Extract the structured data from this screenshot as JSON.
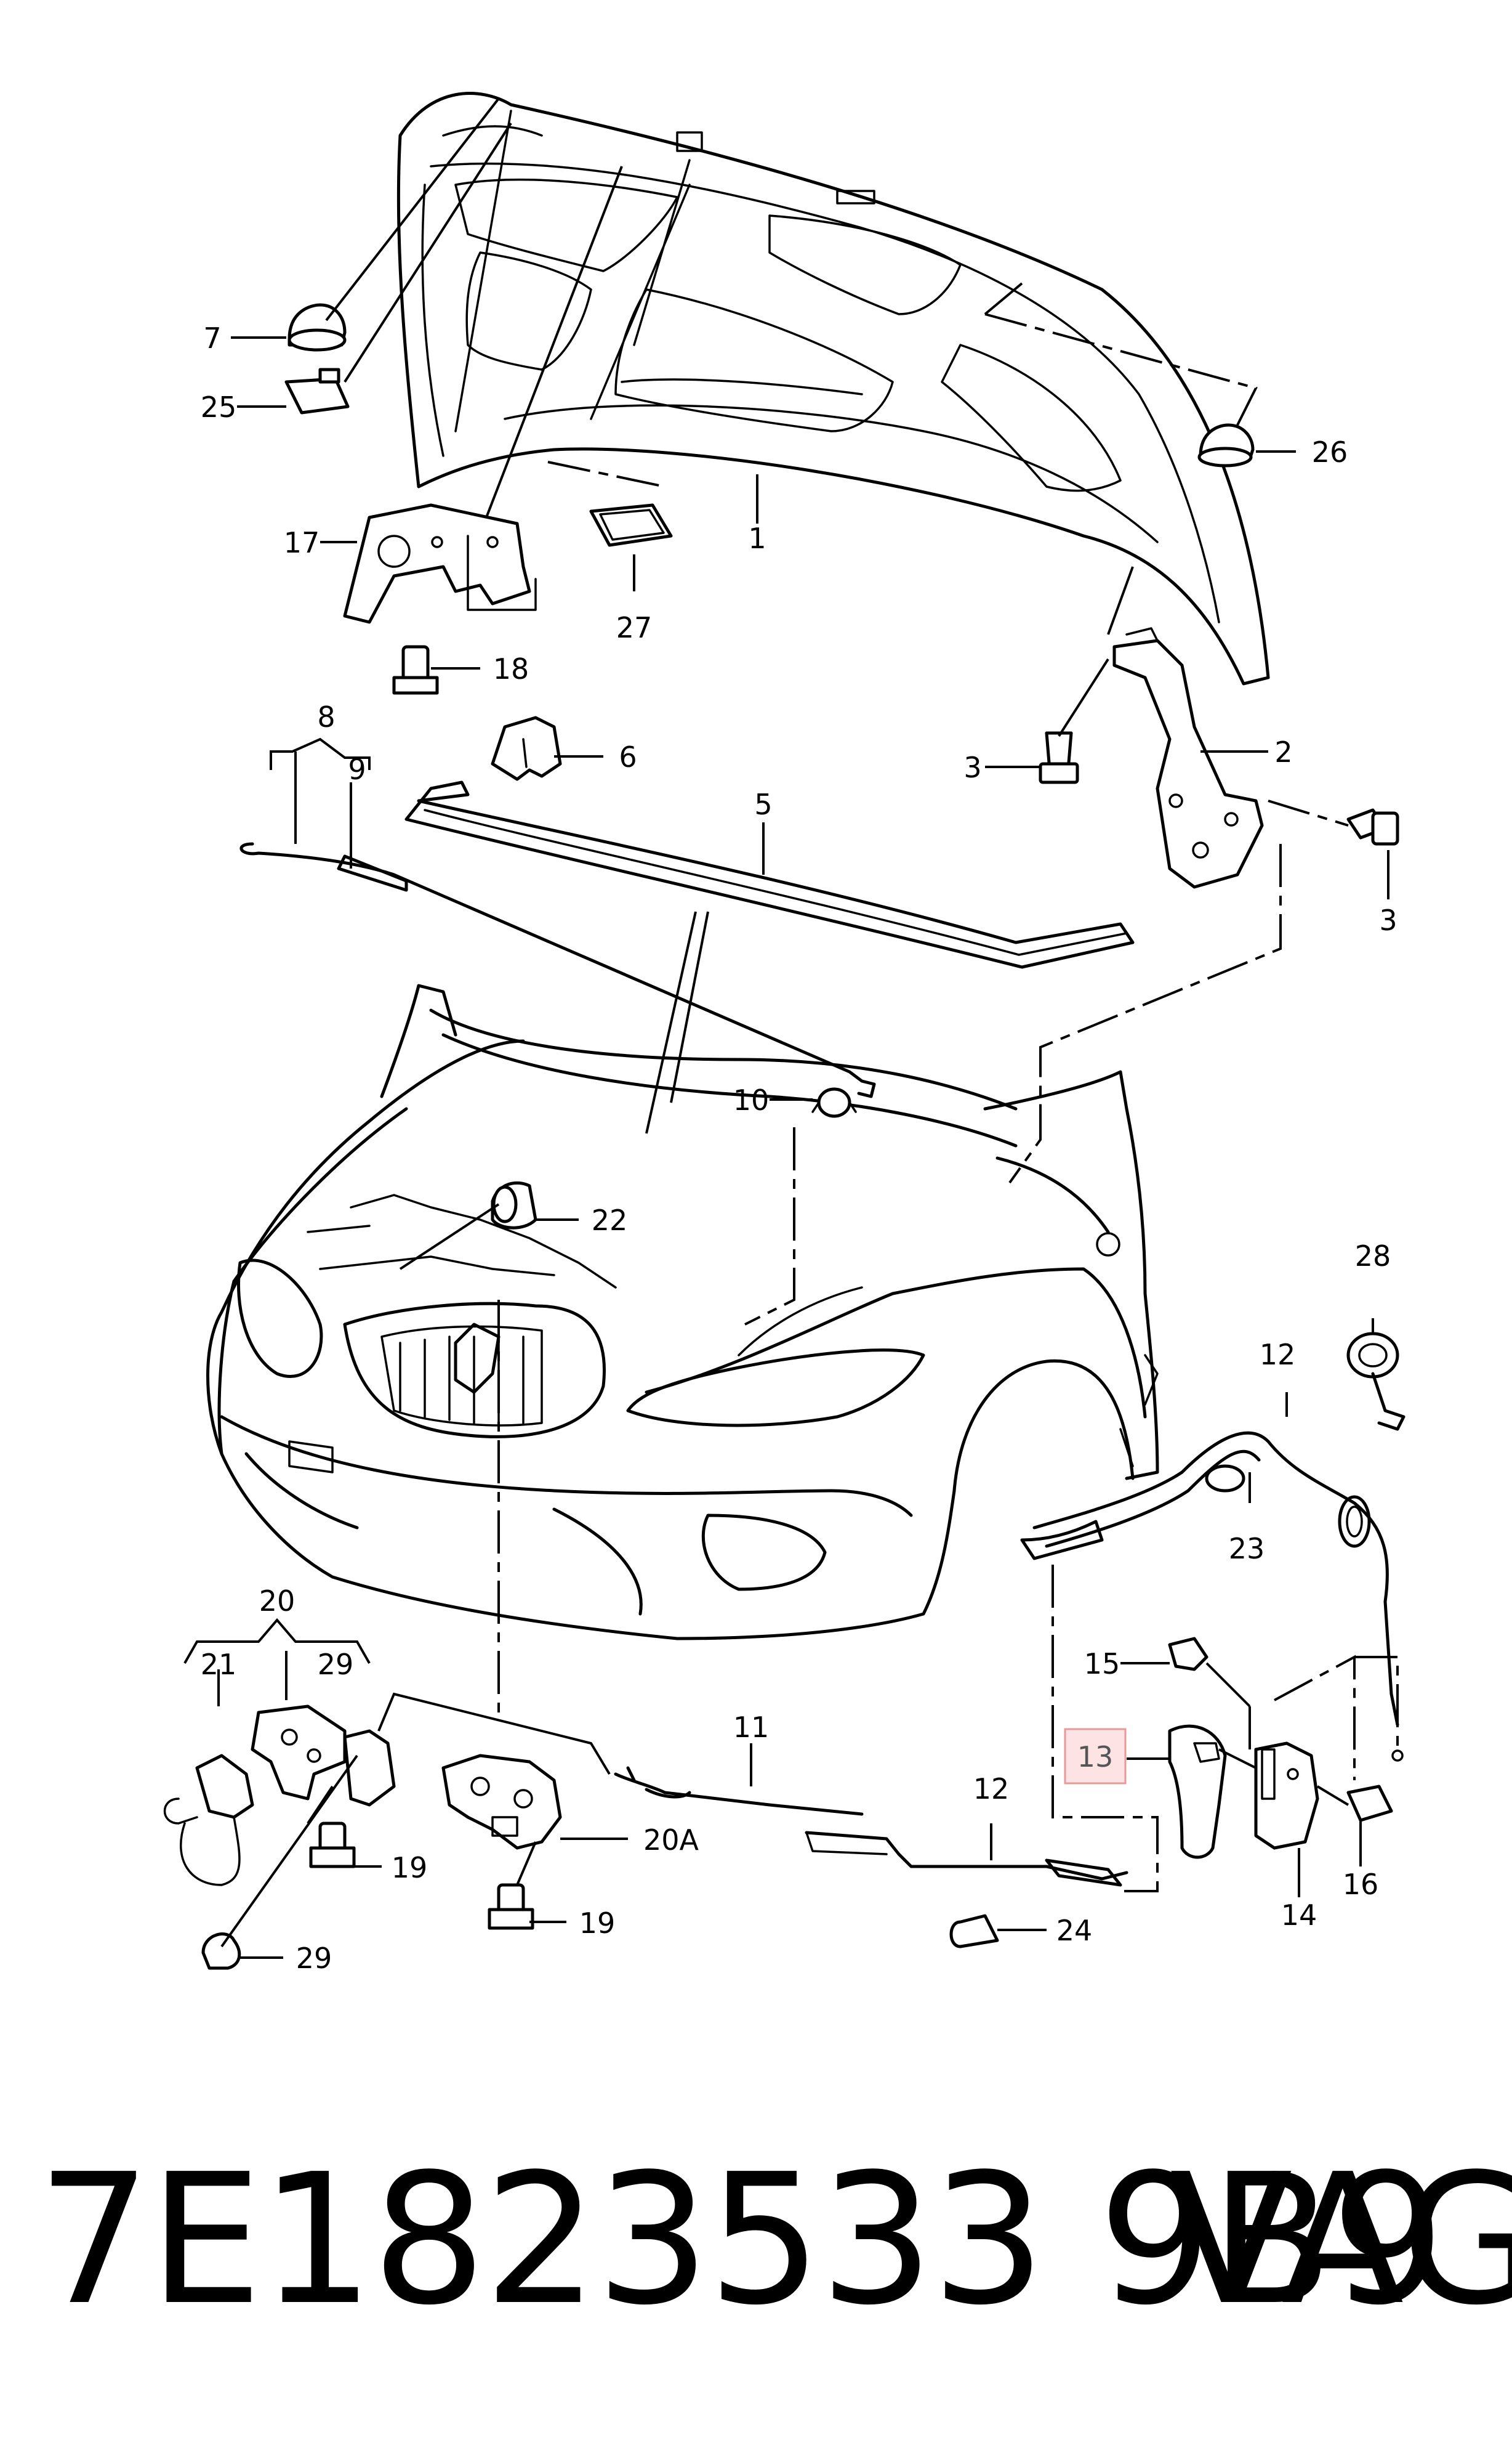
{
  "callouts": [
    {
      "id": "c1",
      "text": "1"
    },
    {
      "id": "c2",
      "text": "2"
    },
    {
      "id": "c3a",
      "text": "3"
    },
    {
      "id": "c3b",
      "text": "3"
    },
    {
      "id": "c5",
      "text": "5"
    },
    {
      "id": "c6",
      "text": "6"
    },
    {
      "id": "c7",
      "text": "7"
    },
    {
      "id": "c8",
      "text": "8"
    },
    {
      "id": "c9",
      "text": "9"
    },
    {
      "id": "c10",
      "text": "10"
    },
    {
      "id": "c11",
      "text": "11"
    },
    {
      "id": "c12a",
      "text": "12"
    },
    {
      "id": "c12b",
      "text": "12"
    },
    {
      "id": "c13",
      "text": "13",
      "highlighted": true
    },
    {
      "id": "c14",
      "text": "14"
    },
    {
      "id": "c15",
      "text": "15"
    },
    {
      "id": "c16",
      "text": "16"
    },
    {
      "id": "c17",
      "text": "17"
    },
    {
      "id": "c18",
      "text": "18"
    },
    {
      "id": "c19a",
      "text": "19"
    },
    {
      "id": "c19b",
      "text": "19"
    },
    {
      "id": "c20",
      "text": "20"
    },
    {
      "id": "c20A",
      "text": "20A"
    },
    {
      "id": "c21",
      "text": "21"
    },
    {
      "id": "c22",
      "text": "22"
    },
    {
      "id": "c23",
      "text": "23"
    },
    {
      "id": "c24",
      "text": "24"
    },
    {
      "id": "c25",
      "text": "25"
    },
    {
      "id": "c26",
      "text": "26"
    },
    {
      "id": "c27",
      "text": "27"
    },
    {
      "id": "c28",
      "text": "28"
    },
    {
      "id": "c29a",
      "text": "29"
    },
    {
      "id": "c29b",
      "text": "29"
    }
  ],
  "footer": {
    "part_number": "7E1823533 9B9",
    "brand": "VAG"
  },
  "colors": {
    "highlight_fill": "#fde3e3",
    "highlight_stroke": "#e79a9a",
    "line": "#000000"
  }
}
